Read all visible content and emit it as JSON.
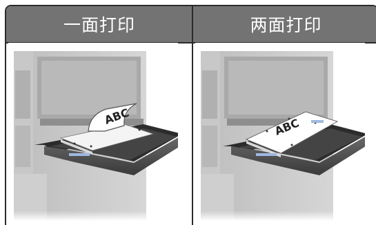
{
  "table": {
    "headers": [
      "一面打印",
      "两面打印"
    ]
  },
  "illustrations": {
    "left": {
      "paper_label": "ABC"
    },
    "right": {
      "paper_label": "ABC"
    }
  }
}
